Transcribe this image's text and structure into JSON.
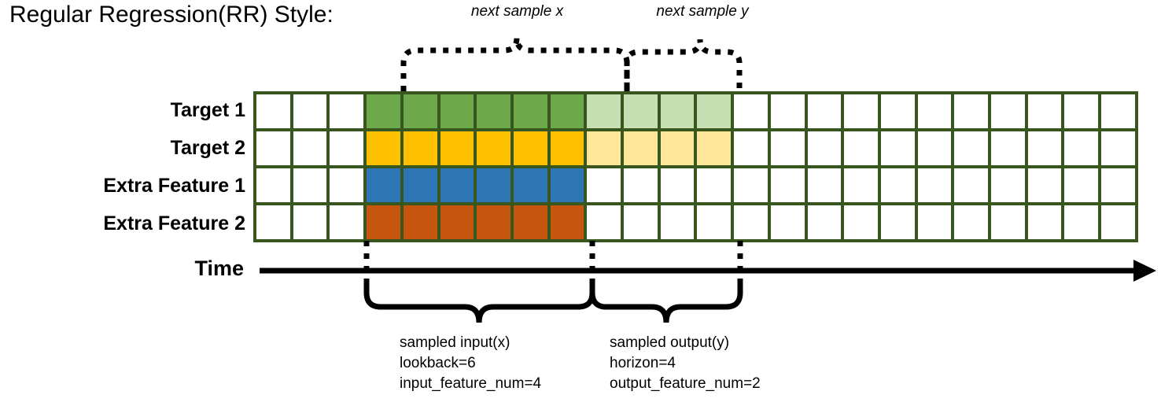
{
  "title": "Regular Regression(RR) Style:",
  "top_annotations": {
    "next_sample_x": "next sample x",
    "next_sample_y": "next sample y"
  },
  "rows": [
    {
      "label": "Target 1",
      "key": "target-1"
    },
    {
      "label": "Target 2",
      "key": "target-2"
    },
    {
      "label": "Extra Feature 1",
      "key": "extra-feature-1"
    },
    {
      "label": "Extra Feature 2",
      "key": "extra-feature-2"
    }
  ],
  "time_axis": {
    "label": "Time"
  },
  "bottom_annotations": {
    "input": {
      "line1": "sampled input(x)",
      "line2": "lookback=6",
      "line3": "input_feature_num=4"
    },
    "output": {
      "line1": "sampled output(y)",
      "line2": "horizon=4",
      "line3": "output_feature_num=2"
    }
  },
  "chart_data": {
    "type": "heatmap",
    "title": "Regular Regression(RR) Style:",
    "total_columns": 24,
    "lookback": 6,
    "horizon": 4,
    "input_feature_num": 4,
    "output_feature_num": 2,
    "input_start_column": 3,
    "output_start_column": 9,
    "row_labels": [
      "Target 1",
      "Target 2",
      "Extra Feature 1",
      "Extra Feature 2"
    ],
    "legend_position": "none",
    "grid": true,
    "colors": {
      "border": "#38571f",
      "empty": "#ffffff",
      "target_1_input": "#6eaa4b",
      "target_2_input": "#ffc000",
      "extra_feature_1_input": "#2e75b6",
      "extra_feature_2_input": "#c5550f",
      "target_1_output": "#c6e0b4",
      "target_2_output": "#ffe699"
    },
    "cell_classes": [
      [
        "empty",
        "empty",
        "empty",
        "green",
        "green",
        "green",
        "green",
        "green",
        "green",
        "lightgreen",
        "lightgreen",
        "lightgreen",
        "lightgreen",
        "empty",
        "empty",
        "empty",
        "empty",
        "empty",
        "empty",
        "empty",
        "empty",
        "empty",
        "empty",
        "empty"
      ],
      [
        "empty",
        "empty",
        "empty",
        "gold",
        "gold",
        "gold",
        "gold",
        "gold",
        "gold",
        "lightgold",
        "lightgold",
        "lightgold",
        "lightgold",
        "empty",
        "empty",
        "empty",
        "empty",
        "empty",
        "empty",
        "empty",
        "empty",
        "empty",
        "empty",
        "empty"
      ],
      [
        "empty",
        "empty",
        "empty",
        "blue",
        "blue",
        "blue",
        "blue",
        "blue",
        "blue",
        "empty",
        "empty",
        "empty",
        "empty",
        "empty",
        "empty",
        "empty",
        "empty",
        "empty",
        "empty",
        "empty",
        "empty",
        "empty",
        "empty",
        "empty"
      ],
      [
        "empty",
        "empty",
        "empty",
        "orange",
        "orange",
        "orange",
        "orange",
        "orange",
        "orange",
        "empty",
        "empty",
        "empty",
        "empty",
        "empty",
        "empty",
        "empty",
        "empty",
        "empty",
        "empty",
        "empty",
        "empty",
        "empty",
        "empty",
        "empty"
      ]
    ]
  }
}
